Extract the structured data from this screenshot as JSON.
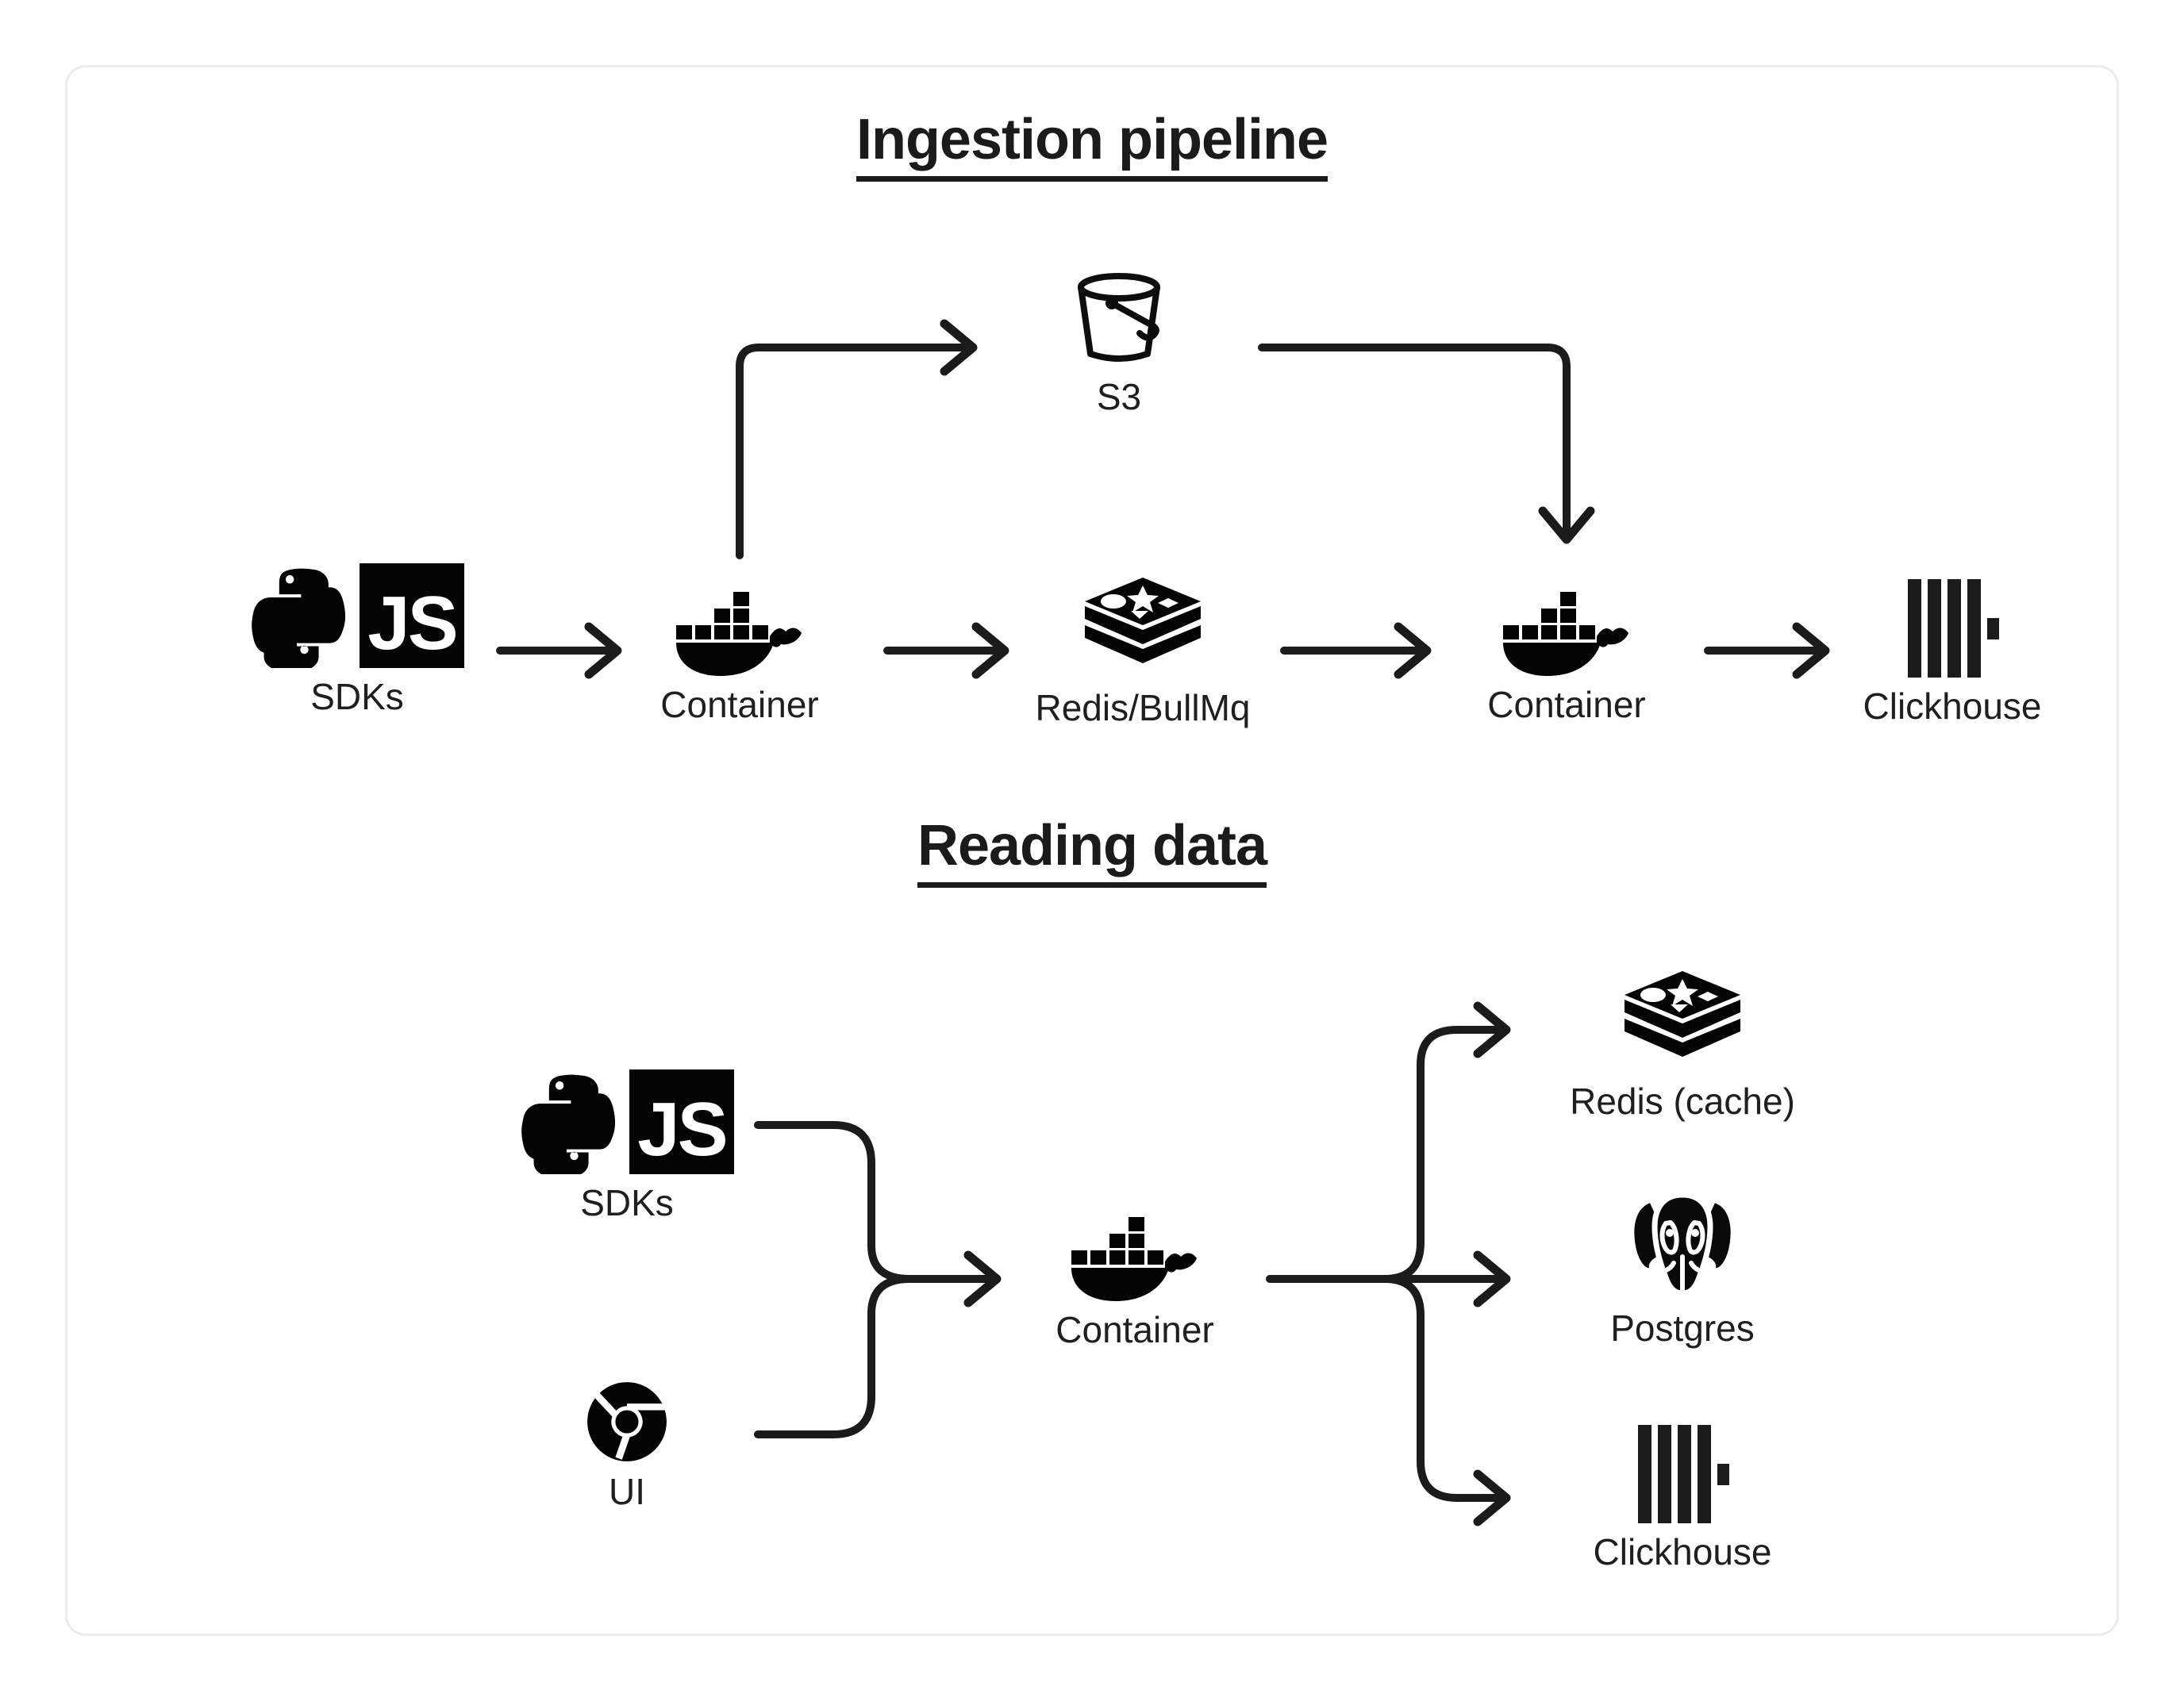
{
  "card": {
    "border_color": "#ececec",
    "background": "#ffffff"
  },
  "diagram": {
    "ink_color": "#1b1b1b",
    "sections": [
      {
        "id": "ingestion",
        "title": "Ingestion pipeline",
        "nodes": [
          {
            "id": "sdks-top",
            "label": "SDKs",
            "icon": "python-js-sdk-icon"
          },
          {
            "id": "container-1",
            "label": "Container",
            "icon": "docker-whale-icon"
          },
          {
            "id": "redis-bullmq",
            "label": "Redis/BullMq",
            "icon": "redis-stack-icon"
          },
          {
            "id": "container-2",
            "label": "Container",
            "icon": "docker-whale-icon"
          },
          {
            "id": "clickhouse-top",
            "label": "Clickhouse",
            "icon": "clickhouse-bars-icon"
          },
          {
            "id": "s3",
            "label": "S3",
            "icon": "s3-bucket-icon"
          }
        ],
        "edges": [
          {
            "from": "sdks-top",
            "to": "container-1",
            "style": "straight-right"
          },
          {
            "from": "container-1",
            "to": "s3",
            "style": "elbow-up-right"
          },
          {
            "from": "container-1",
            "to": "redis-bullmq",
            "style": "straight-right"
          },
          {
            "from": "redis-bullmq",
            "to": "container-2",
            "style": "straight-right"
          },
          {
            "from": "s3",
            "to": "container-2",
            "style": "elbow-right-down"
          },
          {
            "from": "container-2",
            "to": "clickhouse-top",
            "style": "straight-right"
          }
        ]
      },
      {
        "id": "reading",
        "title": "Reading data",
        "nodes": [
          {
            "id": "sdks-bottom",
            "label": "SDKs",
            "icon": "python-js-sdk-icon"
          },
          {
            "id": "ui",
            "label": "UI",
            "icon": "chrome-icon"
          },
          {
            "id": "container-3",
            "label": "Container",
            "icon": "docker-whale-icon"
          },
          {
            "id": "redis-cache",
            "label": "Redis (cache)",
            "icon": "redis-stack-icon"
          },
          {
            "id": "postgres",
            "label": "Postgres",
            "icon": "postgres-elephant-icon"
          },
          {
            "id": "clickhouse-bottom",
            "label": "Clickhouse",
            "icon": "clickhouse-bars-icon"
          }
        ],
        "edges": [
          {
            "from": "sdks-bottom",
            "to": "container-3",
            "style": "merge-from-top"
          },
          {
            "from": "ui",
            "to": "container-3",
            "style": "merge-from-bottom"
          },
          {
            "from": "container-3",
            "to": "redis-cache",
            "style": "fan-up-right"
          },
          {
            "from": "container-3",
            "to": "postgres",
            "style": "fan-straight-right"
          },
          {
            "from": "container-3",
            "to": "clickhouse-bottom",
            "style": "fan-down-right"
          }
        ]
      }
    ],
    "js_badge_text": "JS"
  }
}
